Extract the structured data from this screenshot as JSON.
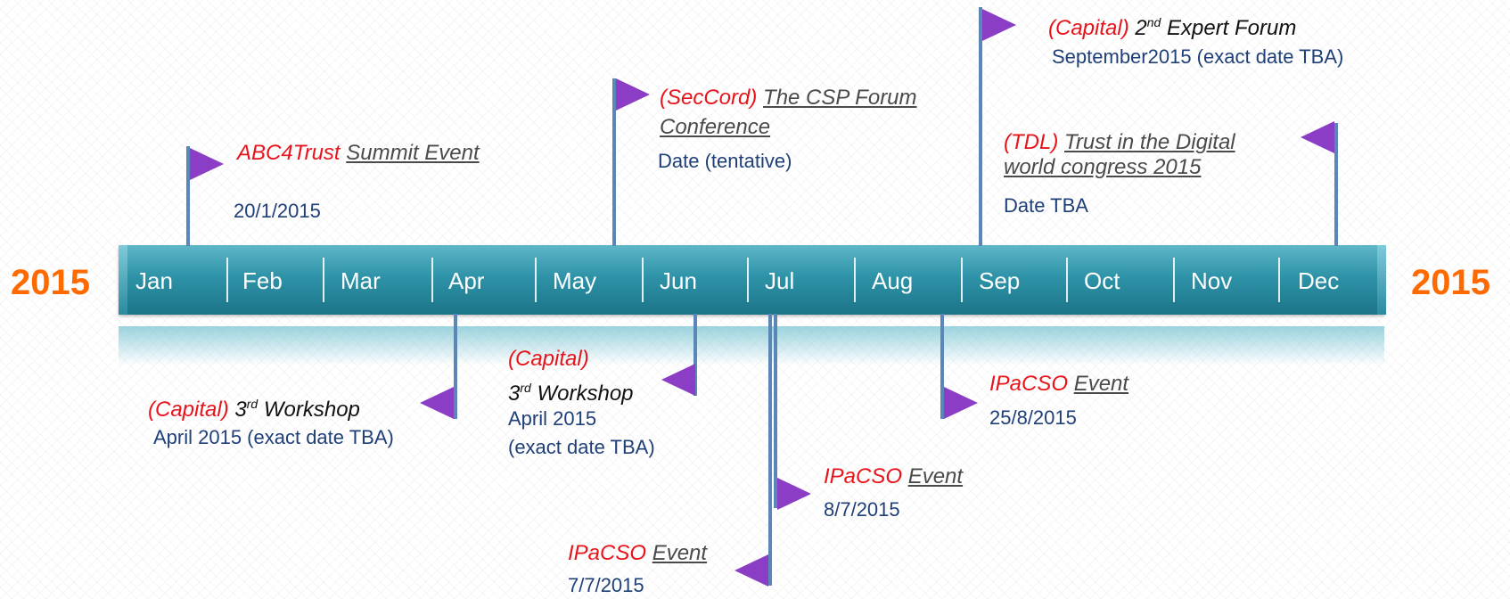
{
  "year_left": "2015",
  "year_right": "2015",
  "months": [
    "Jan",
    "Feb",
    "Mar",
    "Apr",
    "May",
    "Jun",
    "Jul",
    "Aug",
    "Sep",
    "Oct",
    "Nov",
    "Dec"
  ],
  "events": {
    "abc4trust": {
      "org": "ABC4Trust",
      "name": "Summit Event",
      "date": "20/1/2015"
    },
    "seccord": {
      "org": "(SecCord)",
      "name_line1": "The CSP Forum",
      "name_line2": "Conference",
      "date": "Date (tentative)"
    },
    "capital_forum": {
      "org": "(Capital)",
      "num": "2",
      "sup": "nd",
      "name": "Expert Forum",
      "date": "September2015 (exact date TBA)"
    },
    "tdl": {
      "org": "(TDL)",
      "name_line1": "Trust in the Digital",
      "name_line2": "world congress 2015",
      "date": "Date TBA"
    },
    "capital_ws_apr": {
      "org": "(Capital)",
      "num": "3",
      "sup": "rd",
      "name": "Workshop",
      "date": "April 2015 (exact date TBA)"
    },
    "capital_ws_jun": {
      "org": "(Capital)",
      "num": "3",
      "sup": "rd",
      "name": "Workshop",
      "date_line1": "April 2015",
      "date_line2": "(exact date TBA)"
    },
    "ipacso_aug": {
      "org": "IPaCSO",
      "name": "Event",
      "date": "25/8/2015"
    },
    "ipacso_jul8": {
      "org": "IPaCSO",
      "name": "Event",
      "date": "8/7/2015"
    },
    "ipacso_jul7": {
      "org": "IPaCSO",
      "name": "Event",
      "date": "7/7/2015"
    }
  },
  "colors": {
    "bar": "#2e93a8",
    "flag": "#8b3ec5",
    "org": "#e8141b",
    "year": "#ff6a00",
    "date": "#1f3f78"
  }
}
